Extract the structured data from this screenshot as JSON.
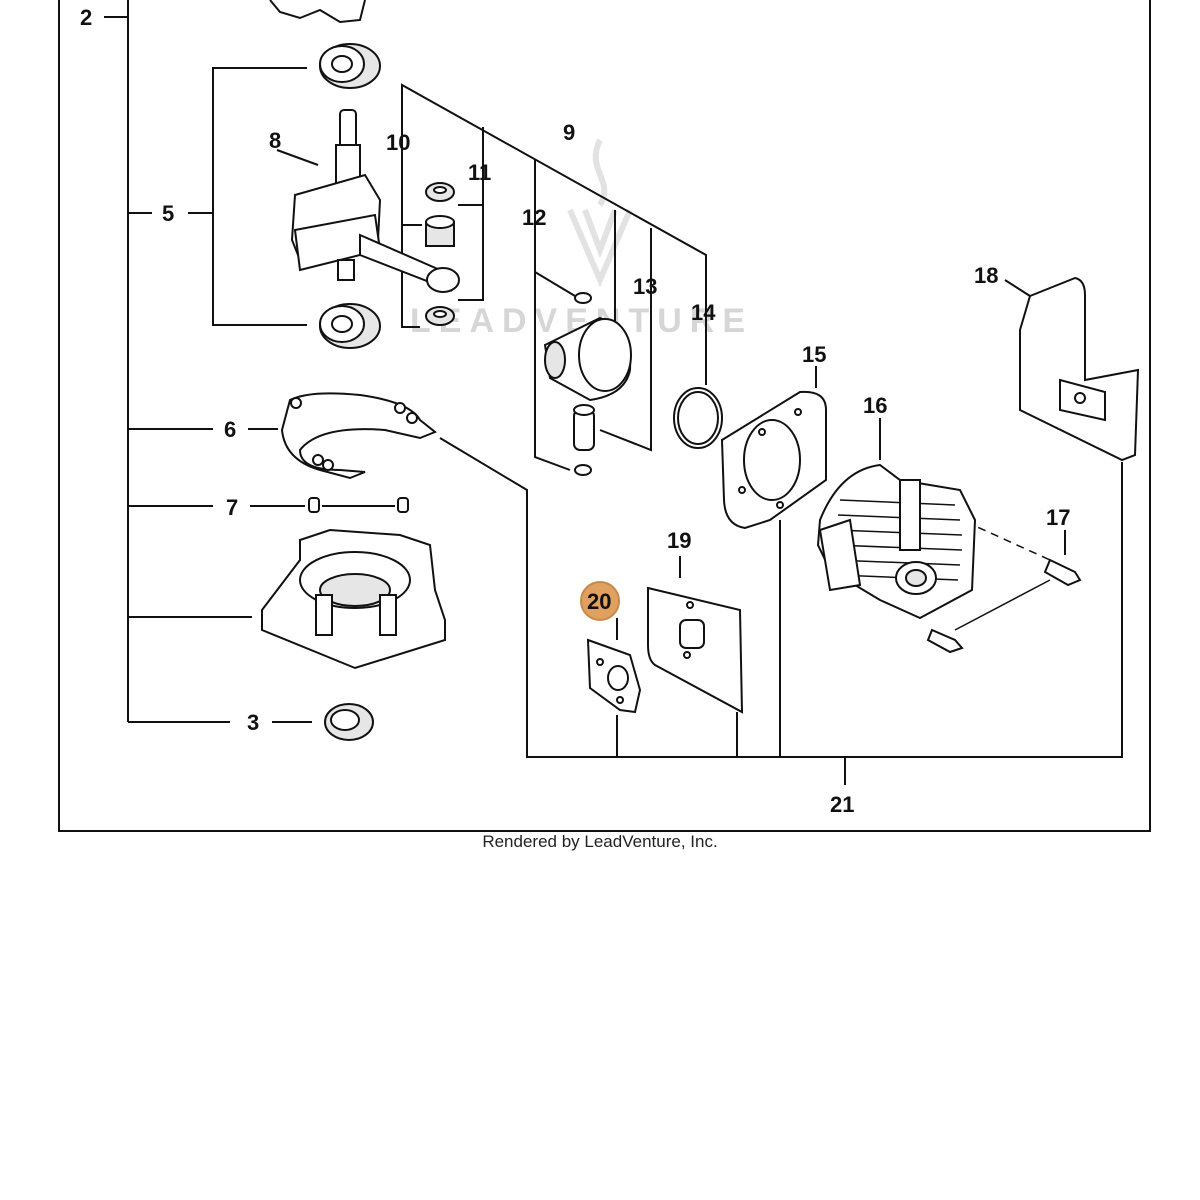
{
  "callouts": {
    "c2": "2",
    "c3": "3",
    "c5": "5",
    "c6": "6",
    "c7": "7",
    "c8": "8",
    "c9": "9",
    "c10": "10",
    "c11": "11",
    "c12": "12",
    "c13": "13",
    "c14": "14",
    "c15": "15",
    "c16": "16",
    "c17": "17",
    "c18": "18",
    "c19": "19",
    "c20": "20",
    "c21": "21"
  },
  "highlight": {
    "part": "20",
    "color": "#e0a060"
  },
  "watermark": "LEADVENTURE",
  "footer": "Rendered by LeadVenture, Inc."
}
